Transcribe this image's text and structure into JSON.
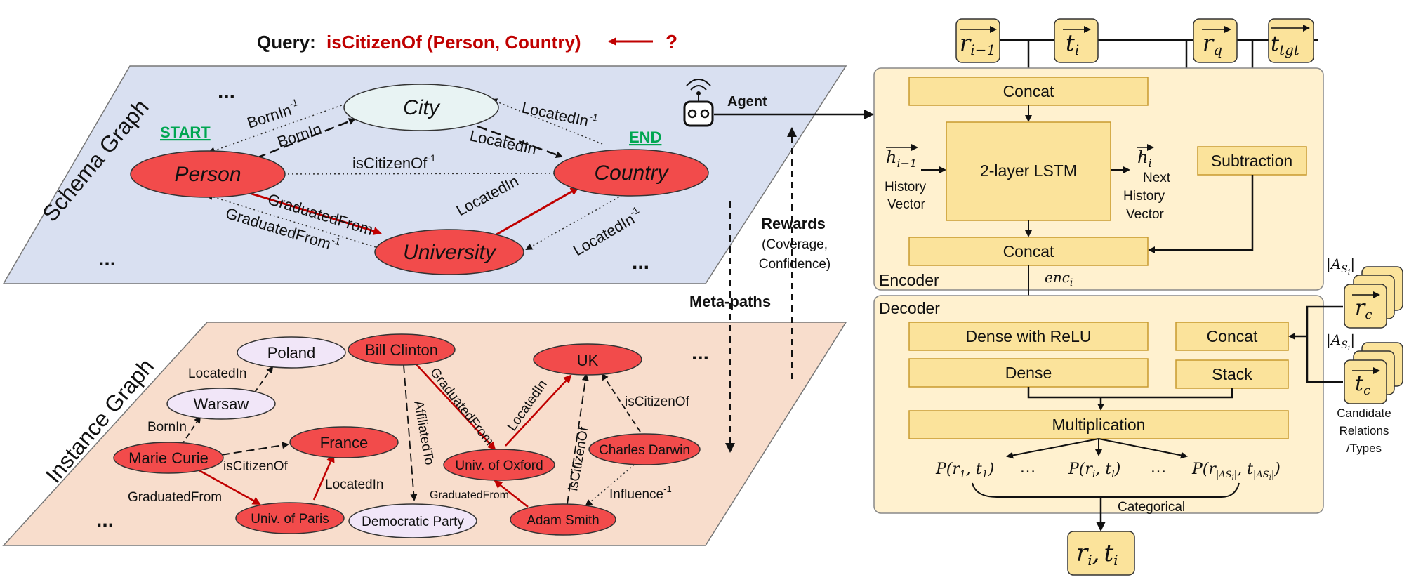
{
  "query": {
    "prefix": "Query:",
    "text": "isCitizenOf (Person, Country)",
    "unknown": "?"
  },
  "schema_graph": {
    "label": "Schema Graph",
    "start_label": "START",
    "end_label": "END",
    "ellipsis": "...",
    "nodes": {
      "city": "City",
      "person": "Person",
      "country": "Country",
      "university": "University"
    },
    "edges": {
      "bornin_inv": "BornIn",
      "bornin": "BornIn",
      "locatedin_inv": "LocatedIn",
      "locatedin": "LocatedIn",
      "iscitizenof_inv": "isCitizenOf",
      "graduatedfrom": "GraduatedFrom",
      "graduatedfrom_inv": "GraduatedFrom",
      "locatedin_univ": "LocatedIn",
      "locatedin_univ_inv": "LocatedIn",
      "inv_sup": "-1"
    }
  },
  "instance_graph": {
    "label": "Instance Graph",
    "ellipsis": "...",
    "nodes": {
      "poland": "Poland",
      "warsaw": "Warsaw",
      "bill_clinton": "Bill Clinton",
      "uk": "UK",
      "france": "France",
      "marie_curie": "Marie Curie",
      "univ_oxford": "Univ. of Oxford",
      "charles_darwin": "Charles Darwin",
      "univ_paris": "Univ. of Paris",
      "democratic_party": "Democratic Party",
      "adam_smith": "Adam Smith"
    },
    "edges": {
      "locatedin_warsaw": "LocatedIn",
      "bornin": "BornIn",
      "iscitizenof_mc": "isCitizenOf",
      "graduatedfrom_mc": "GraduatedFrom",
      "locatedin_paris": "LocatedIn",
      "affiliatedto": "AffiliatedTo",
      "graduatedfrom_bc": "GraduatedFrom",
      "locatedin_oxford": "LocatedIn",
      "iscitizenof_as": "isCitizenOf",
      "iscitizenof_cd": "isCitizenOf",
      "graduatedfrom_as": "GraduatedFrom",
      "influence": "Influence",
      "inv_sup": "-1"
    }
  },
  "middle": {
    "agent": "Agent",
    "rewards": "Rewards",
    "rewards_detail_1": "(Coverage,",
    "rewards_detail_2": "Confidence)",
    "meta_paths": "Meta-paths"
  },
  "encoder": {
    "label": "Encoder",
    "concat_top": "Concat",
    "lstm": "2-layer LSTM",
    "subtraction": "Subtraction",
    "concat_bottom": "Concat",
    "history_1": "History",
    "history_2": "Vector",
    "next_1": "Next",
    "next_2": "History",
    "next_3": "Vector",
    "enc": "enc",
    "enc_sub": "i"
  },
  "decoder": {
    "label": "Decoder",
    "dense_relu": "Dense with ReLU",
    "dense": "Dense",
    "concat": "Concat",
    "stack": "Stack",
    "multiplication": "Multiplication",
    "categorical": "Categorical",
    "dots": "…"
  },
  "inputs": {
    "r_prev": "r",
    "r_prev_sub": "i−1",
    "t": "t",
    "t_sub": "i",
    "r_q": "r",
    "r_q_sub": "q",
    "t_tgt": "t",
    "t_tgt_sub": "tgt"
  },
  "candidates": {
    "label_1": "Candidate",
    "label_2": "Relations",
    "label_3": "/Types",
    "r_c": "r",
    "t_c": "t",
    "c_sub": "c"
  },
  "output": {
    "r": "r",
    "r_sub": "i",
    "comma": ",",
    "t": "t",
    "t_sub": "i"
  },
  "colors": {
    "schema_bg": "#d9e0f1",
    "instance_bg": "#f8ddcc",
    "node_red": "#f24b4b",
    "city_fill": "#e8f3f3",
    "inst_light": "#f1e6f8",
    "panel_bg": "#fff1cf",
    "box_fill": "#fbe39b",
    "box_border": "#c89a2e",
    "query_red": "#c00000",
    "start_green": "#00a651",
    "edge_red": "#c00000"
  }
}
